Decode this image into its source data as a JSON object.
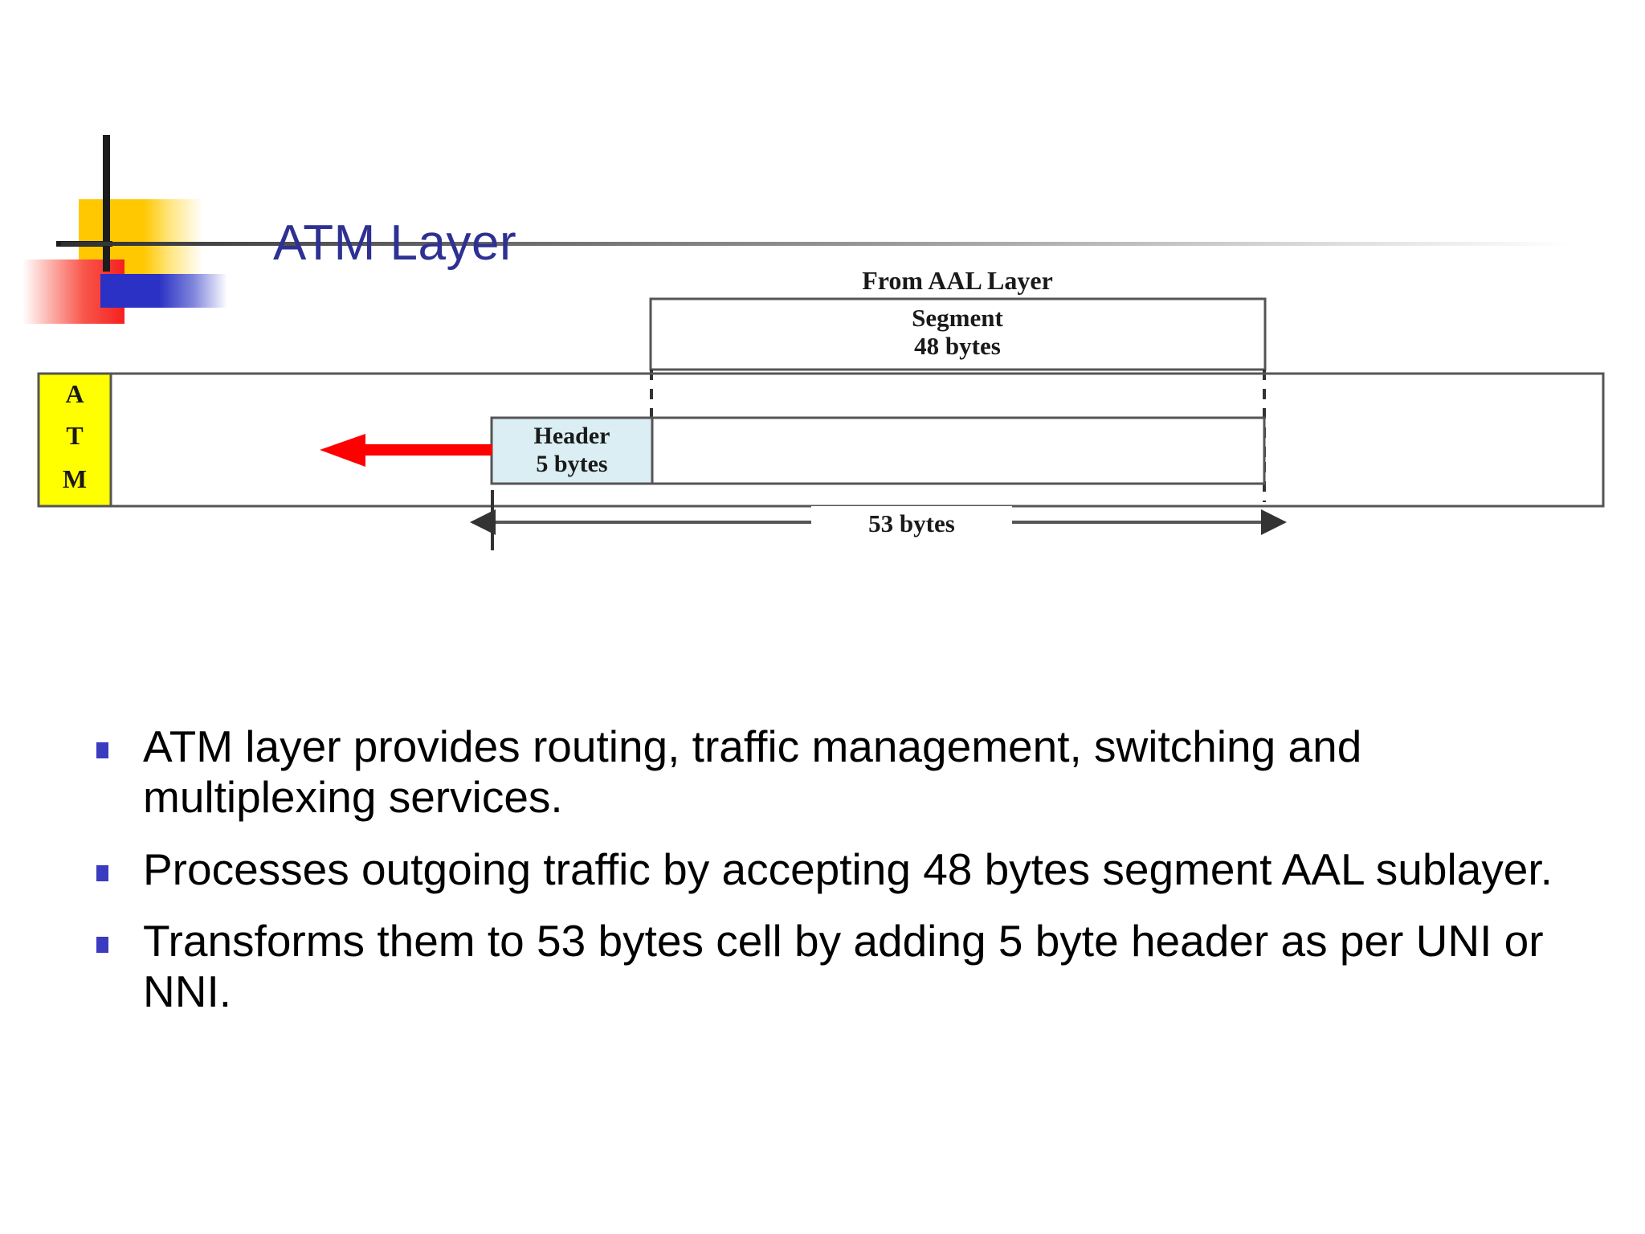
{
  "slide": {
    "title": "ATM Layer",
    "title_color": "#2E3192"
  },
  "logo": {
    "yellow_color": "#FFC800",
    "red_color": "#F52020",
    "blue_color": "#2B31C4",
    "line_color": "#1C1C1C"
  },
  "diagram": {
    "from_label": "From AAL Layer",
    "segment_line1": "Segment",
    "segment_line2": "48 bytes",
    "header_line1": "Header",
    "header_line2": "5 bytes",
    "dimension_label": "53 bytes",
    "layer_letters": [
      "A",
      "T",
      "M"
    ],
    "layer_box_color": "#FFFF00",
    "header_box_color": "#DAEEF3",
    "arrow_color": "#FF0000",
    "line_color": "#555555"
  },
  "bullets": [
    "ATM layer provides routing, traffic management, switching and multiplexing services.",
    "Processes outgoing traffic by accepting 48 bytes segment AAL sublayer.",
    "Transforms them to 53 bytes cell by adding 5 byte header as per UNI or NNI."
  ]
}
